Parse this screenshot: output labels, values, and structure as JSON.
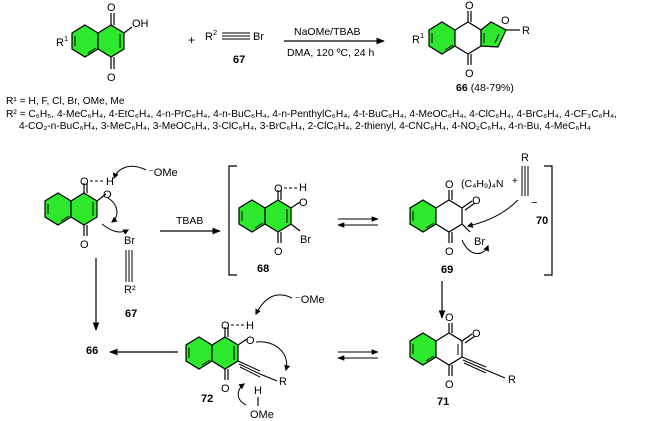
{
  "top_reaction": {
    "reactant1_substituent": "R",
    "reactant1_substituent_sup": "1",
    "reactant1_group": "OH",
    "plus": "+",
    "reactant2_substituent": "R",
    "reactant2_substituent_sup": "2",
    "reactant2_group": "Br",
    "reactant2_number": "67",
    "reagents": "NaOMe/TBAB",
    "conditions": "DMA, 120 ºC, 24 h",
    "product_substituent": "R",
    "product_substituent_sup": "1",
    "product_heteroatom": "O",
    "product_group": "R",
    "product_number": "66",
    "product_yield": "(48-79%)",
    "oxygen": "O"
  },
  "substituent_notes": {
    "r1": "R¹ = H, F, Cl, Br, OMe, Me",
    "r2_line1": "R² = C₆H₅, 4-MeC₆H₄, 4-EtC₆H₄, 4-n-PrC₆H₄, 4-n-BuC₆H₄, 4-n-PenthylC₆H₄, 4-t-BuC₆H₄, 4-MeOC₆H₄, 4-ClC₆H₄, 4-BrC₆H₄, 4-CF₃C₆H₄,",
    "r2_line2": "4-CO₂-n-BuC₆H₄, 3-MeC₆H₄, 3-MeOC₆H₄, 3-ClC₆H₄, 3-BrC₆H₄, 2-ClC₆H₄, 2-thienyl, 4-CNC₆H₄, 4-NO₂C₆H₄, 4-n-Bu, 4-MeC₆H₄"
  },
  "mechanism": {
    "methoxide": "⁻OMe",
    "o": "O",
    "h": "H",
    "br": "Br",
    "r2": "R²",
    "r": "R",
    "minus": "−",
    "plus": "+",
    "tbab": "TBAB",
    "ammonium": "(C₄H₉)₄N",
    "ome": "OMe",
    "label_66": "66",
    "label_67": "67",
    "label_68": "68",
    "label_69": "69",
    "label_70": "70",
    "label_71": "71",
    "label_72": "72"
  },
  "colors": {
    "ring_fill": "#2ee82e",
    "ink": "#000000"
  }
}
